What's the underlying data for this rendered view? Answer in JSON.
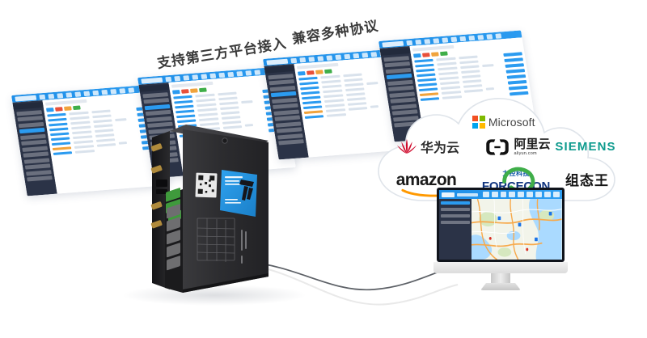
{
  "headlines": {
    "left": "支持第三方平台接入",
    "right": "兼容多种协议"
  },
  "cloud": {
    "name": "cloud-platform-shape",
    "fill": "#ffffff",
    "stroke": "#d8dde3",
    "logos": [
      {
        "id": "microsoft",
        "label": "Microsoft",
        "icon": "microsoft-squares-icon",
        "colors": [
          "#f25022",
          "#7fba00",
          "#00a4ef",
          "#ffb900"
        ]
      },
      {
        "id": "huawei-cloud",
        "label": "华为云",
        "icon": "huawei-fan-icon",
        "colors": [
          "#cf0a2c"
        ]
      },
      {
        "id": "aliyun",
        "label": "阿里云",
        "sublabel": "aliyun.com",
        "icon": "aliyun-bracket-icon",
        "colors": [
          "#111111"
        ]
      },
      {
        "id": "siemens",
        "label": "SIEMENS",
        "icon": "siemens-wordmark",
        "colors": [
          "#0f9b8e"
        ]
      },
      {
        "id": "amazon",
        "label": "amazon",
        "icon": "amazon-smile-icon",
        "colors": [
          "#1a1a1a",
          "#ff9900"
        ]
      },
      {
        "id": "forcecon",
        "label": "FORCECON",
        "sublabel": "力控科技",
        "icon": "forcecon-swoosh-icon",
        "colors": [
          "#11357f",
          "#1159a8",
          "#3fae49"
        ]
      },
      {
        "id": "kingview",
        "label": "组态王",
        "icon": "kingview-wordmark",
        "colors": [
          "#141414"
        ]
      }
    ]
  },
  "screens": [
    {
      "id": "screen-1",
      "name": "dashboard-screen-far-left",
      "toolbar_color": "#2b9bf0",
      "sidebar_color": "#2b3347",
      "nav_items": 12,
      "selected_nav_index": 3,
      "toolbar_icons": 11,
      "table_rows": 9,
      "tag_rows": 8
    },
    {
      "id": "screen-2",
      "name": "dashboard-screen-left",
      "toolbar_color": "#2b9bf0",
      "sidebar_color": "#2b3347",
      "nav_items": 12,
      "selected_nav_index": 2,
      "toolbar_icons": 11,
      "table_rows": 9,
      "tag_rows": 8
    },
    {
      "id": "screen-3",
      "name": "dashboard-screen-right",
      "toolbar_color": "#2b9bf0",
      "sidebar_color": "#2b3347",
      "nav_items": 12,
      "selected_nav_index": 3,
      "toolbar_icons": 11,
      "table_rows": 9,
      "tag_rows": 8
    },
    {
      "id": "screen-4",
      "name": "dashboard-screen-far-right",
      "toolbar_color": "#2b9bf0",
      "sidebar_color": "#2b3347",
      "nav_items": 12,
      "selected_nav_index": 3,
      "toolbar_icons": 11,
      "table_rows": 9,
      "tag_rows": 8
    }
  ],
  "device": {
    "name": "industrial-iot-gateway",
    "body_color": "#2a2a2c",
    "accent_label_color": "#2e9bea",
    "antennas": 4,
    "ethernet_ports": 5,
    "terminal_blocks": 3,
    "has_qr_code": true
  },
  "monitor": {
    "name": "desktop-monitor",
    "bezel_color": "#10141c",
    "stand_color": "#dcdcdc",
    "screen": {
      "toolbar_color": "#2b9bf0",
      "sidebar_color": "#2b3347",
      "content": "map-view",
      "nav_items": 4,
      "selected_nav_index": 0,
      "toolbar_icons": 9,
      "map_markers": 6
    }
  },
  "cable": {
    "name": "connection-cable",
    "color": "#555a60"
  },
  "background": "#ffffff"
}
